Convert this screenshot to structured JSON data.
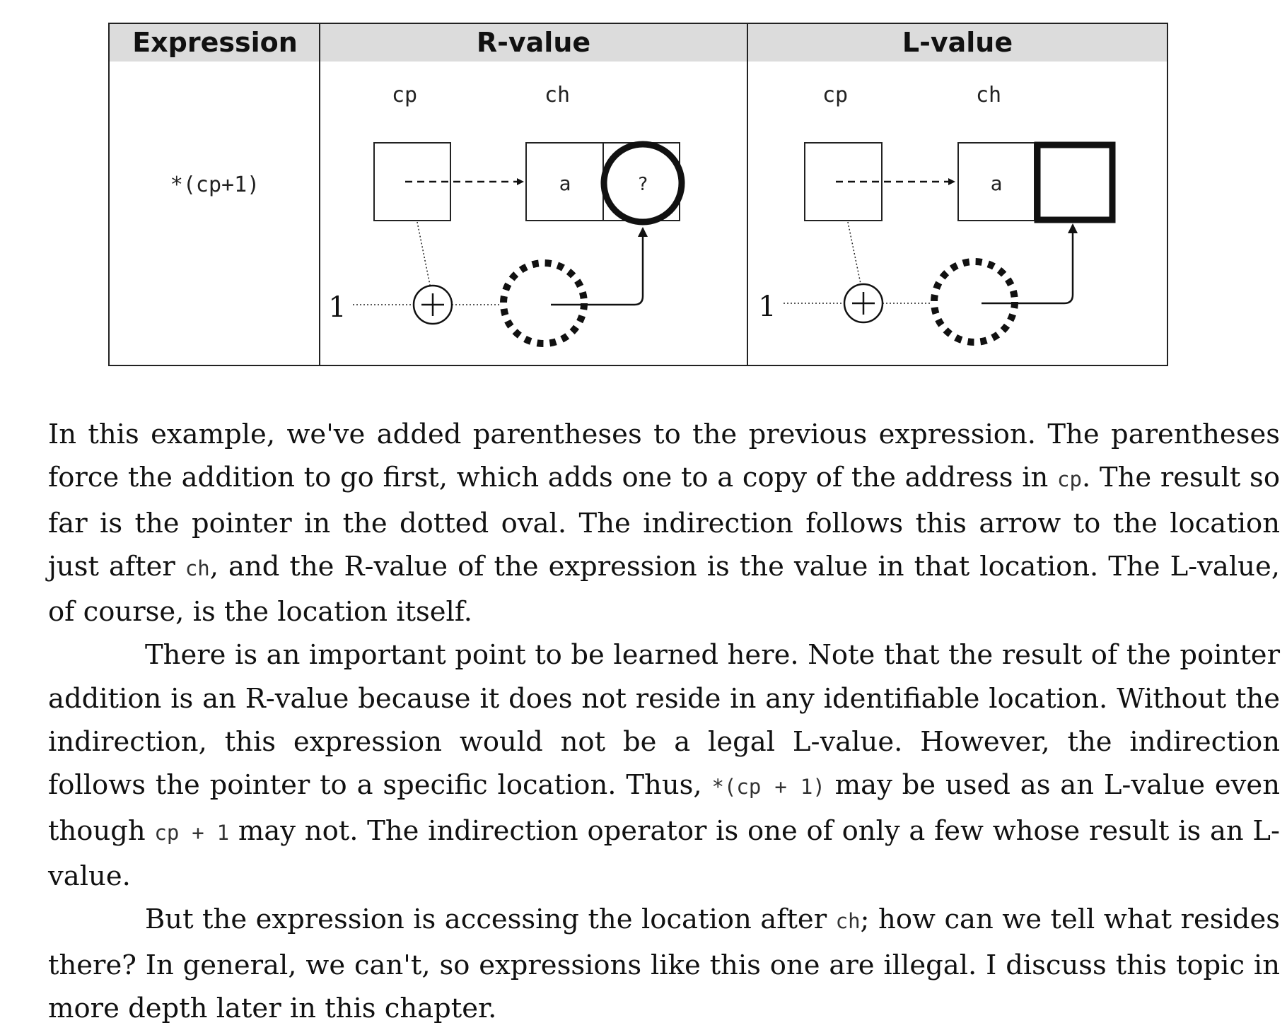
{
  "table": {
    "headers": {
      "expression": "Expression",
      "rvalue": "R-value",
      "lvalue": "L-value"
    },
    "expression": "*(cp+1)"
  },
  "diagram": {
    "cp_label": "cp",
    "ch_label": "ch",
    "ch_value": "a",
    "unknown_value": "?",
    "addend": "1"
  },
  "paragraphs": {
    "p1": {
      "s1": "In this example, we've added parentheses to the previous expression. The parentheses force the addition to go first, which adds one to a copy of the address in ",
      "c1": "cp",
      "s2": ". The result so far is the pointer in the dotted oval. The indirection follows this arrow to the location just after ",
      "c2": "ch",
      "s3": ", and the R-value of the expression is the value in that location. The L-value, of course, is the location itself."
    },
    "p2": {
      "s1": "There is an important point to be learned here. Note that the result of the pointer addition is an R-value because it does not reside in any identifiable location. Without the indirection, this expression would not be a legal L-value. However, the indirection follows the pointer to a specific location. Thus, ",
      "c1": "*(cp + 1)",
      "s2": " may be used as an L-value even though ",
      "c2": "cp + 1",
      "s3": " may not. The indirection operator is one of only a few whose result is an L-value."
    },
    "p3": {
      "s1": "But the expression is accessing the location after ",
      "c1": "ch",
      "s2": "; how can we tell what resides there? In general, we can't, so expressions like this one are illegal. I discuss this topic in more depth later in this chapter."
    }
  }
}
